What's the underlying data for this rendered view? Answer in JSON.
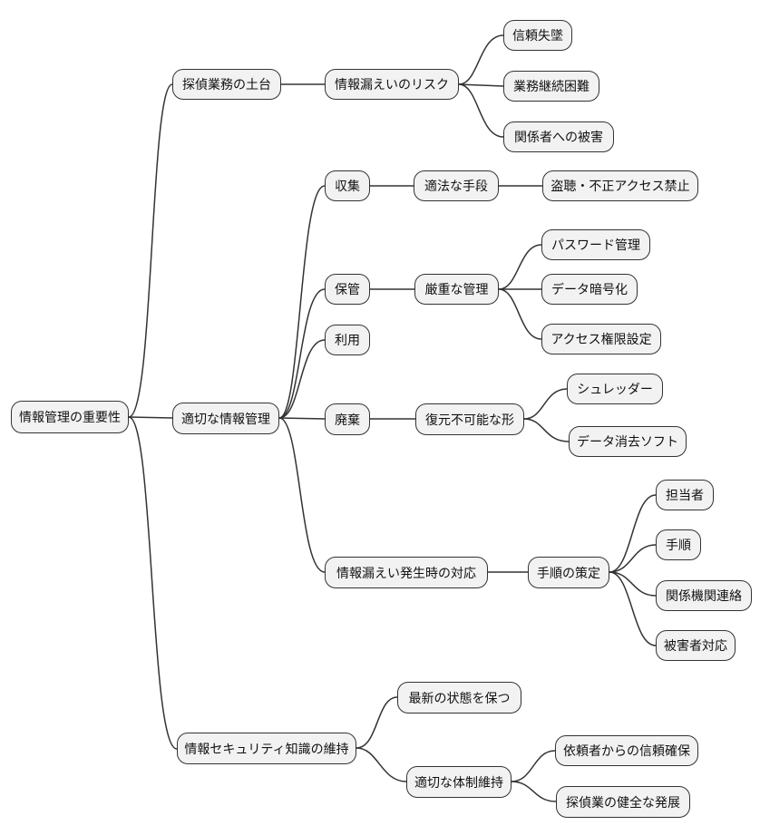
{
  "style": {
    "background": "#ffffff",
    "node_fill": "#f2f2f2",
    "node_border": "#333333",
    "line_color": "#333333",
    "text_color": "#111111"
  },
  "tree": {
    "label": "情報管理の重要性",
    "children": [
      {
        "label": "探偵業務の土台",
        "children": [
          {
            "label": "情報漏えいのリスク",
            "children": [
              {
                "label": "信頼失墜"
              },
              {
                "label": "業務継続困難"
              },
              {
                "label": "関係者への被害"
              }
            ]
          }
        ]
      },
      {
        "label": "適切な情報管理",
        "children": [
          {
            "label": "収集",
            "children": [
              {
                "label": "適法な手段",
                "children": [
                  {
                    "label": "盗聴・不正アクセス禁止"
                  }
                ]
              }
            ]
          },
          {
            "label": "保管",
            "children": [
              {
                "label": "厳重な管理",
                "children": [
                  {
                    "label": "パスワード管理"
                  },
                  {
                    "label": "データ暗号化"
                  },
                  {
                    "label": "アクセス権限設定"
                  }
                ]
              }
            ]
          },
          {
            "label": "利用"
          },
          {
            "label": "廃棄",
            "children": [
              {
                "label": "復元不可能な形",
                "children": [
                  {
                    "label": "シュレッダー"
                  },
                  {
                    "label": "データ消去ソフト"
                  }
                ]
              }
            ]
          },
          {
            "label": "情報漏えい発生時の対応",
            "children": [
              {
                "label": "手順の策定",
                "children": [
                  {
                    "label": "担当者"
                  },
                  {
                    "label": "手順"
                  },
                  {
                    "label": "関係機関連絡"
                  },
                  {
                    "label": "被害者対応"
                  }
                ]
              }
            ]
          }
        ]
      },
      {
        "label": "情報セキュリティ知識の維持",
        "children": [
          {
            "label": "最新の状態を保つ"
          },
          {
            "label": "適切な体制維持",
            "children": [
              {
                "label": "依頼者からの信頼確保"
              },
              {
                "label": "探偵業の健全な発展"
              }
            ]
          }
        ]
      }
    ]
  }
}
